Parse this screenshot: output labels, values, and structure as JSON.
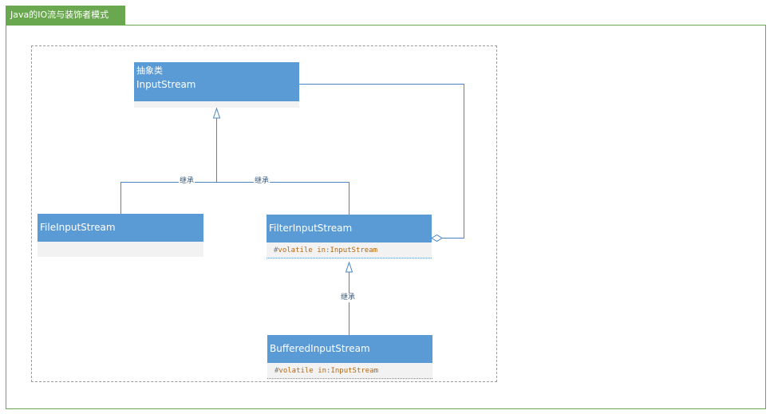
{
  "tab": {
    "title": "Java的IO流与装饰者模式"
  },
  "classes": {
    "input_stream": {
      "stereotype": "抽象类",
      "name": "InputStream"
    },
    "file_input_stream": {
      "name": "FileInputStream"
    },
    "filter_input_stream": {
      "name": "FilterInputStream",
      "attr": {
        "visibility": "#",
        "name": "volatile in",
        "sep": ":",
        "type": "InputStream"
      }
    },
    "buffered_input_stream": {
      "name": "BufferedInputStream",
      "attr": {
        "visibility": "#",
        "name": "volatile in",
        "sep": ":",
        "type": "InputStream"
      }
    }
  },
  "edges": {
    "label_file": "继承",
    "label_filter": "继承",
    "label_buffered": "继承"
  },
  "colors": {
    "frame_green": "#6aa84f",
    "class_header_blue": "#5b9bd5",
    "class_body_gray": "#f2f2f2",
    "attr_orange": "#b8660c"
  }
}
